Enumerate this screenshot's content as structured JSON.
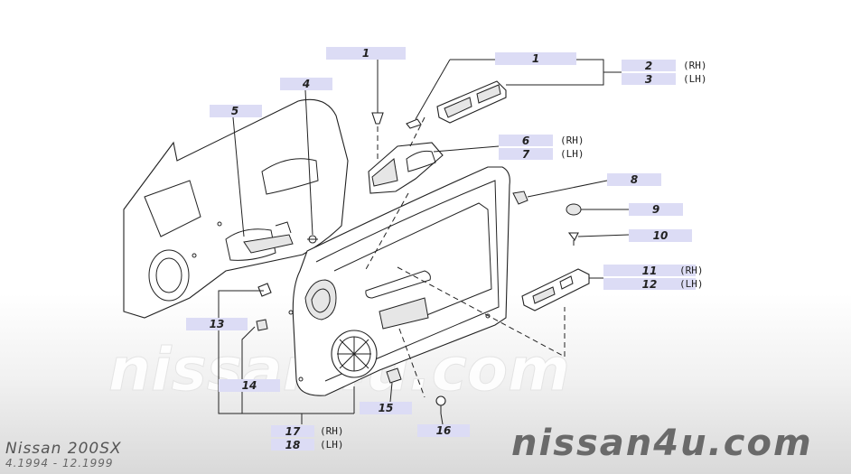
{
  "callouts": {
    "c1a": "1",
    "c1b": "1",
    "c2": "2",
    "c3": "3",
    "c4": "4",
    "c5": "5",
    "c6": "6",
    "c7": "7",
    "c8": "8",
    "c9": "9",
    "c10": "10",
    "c11": "11",
    "c12": "12",
    "c13": "13",
    "c14": "14",
    "c15": "15",
    "c16": "16",
    "c17": "17",
    "c18": "18"
  },
  "sides": {
    "rh": "(RH)",
    "lh": "(LH)"
  },
  "watermark": "nissan4u.com",
  "footer": {
    "model": "Nissan 200SX",
    "years": "4.1994 - 12.1999",
    "brand": "nissan4u.com"
  },
  "colors": {
    "label_box": "#dcdcf5",
    "watermark": "#ffffff",
    "brand": "#6a6a6a"
  }
}
